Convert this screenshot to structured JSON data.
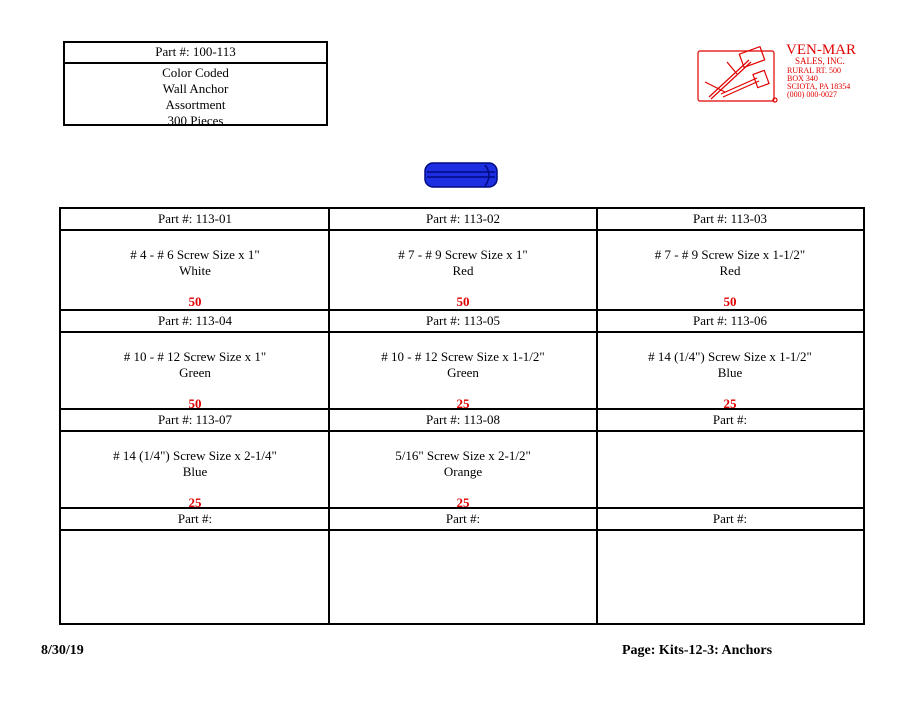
{
  "header": {
    "part_label": "Part #:  100-113",
    "desc_lines": [
      "Color Coded",
      "Wall Anchor",
      "Assortment",
      "300 Pieces"
    ]
  },
  "logo": {
    "name": "VEN-MAR",
    "lines": [
      "SALES, INC.",
      "RURAL RT. 500",
      "BOX 340",
      "SCIOTA, PA  18354",
      "(000) 000-0027"
    ],
    "color": "#e00000"
  },
  "product_icon": {
    "name": "wall-anchor-icon",
    "color": "#1d2fe0"
  },
  "cells": [
    {
      "part": "Part #:  113-01",
      "line1": "# 4 - # 6 Screw Size x 1\"",
      "line2": "White",
      "qty": "50"
    },
    {
      "part": "Part #:  113-02",
      "line1": "# 7 - # 9 Screw Size x 1\"",
      "line2": "Red",
      "qty": "50"
    },
    {
      "part": "Part #:  113-03",
      "line1": "# 7 - # 9 Screw Size x 1-1/2\"",
      "line2": "Red",
      "qty": "50"
    },
    {
      "part": "Part #:  113-04",
      "line1": "# 10 - # 12 Screw Size x 1\"",
      "line2": "Green",
      "qty": "50"
    },
    {
      "part": "Part #:  113-05",
      "line1": "# 10 - # 12 Screw Size x 1-1/2\"",
      "line2": "Green",
      "qty": "25"
    },
    {
      "part": "Part #:  113-06",
      "line1": "# 14 (1/4\") Screw Size x 1-1/2\"",
      "line2": "Blue",
      "qty": "25"
    },
    {
      "part": "Part #:  113-07",
      "line1": "# 14 (1/4\") Screw Size x 2-1/4\"",
      "line2": "Blue",
      "qty": "25"
    },
    {
      "part": "Part #:  113-08",
      "line1": "5/16\" Screw Size x 2-1/2\"",
      "line2": "Orange",
      "qty": "25"
    },
    {
      "part": "Part #:",
      "line1": "",
      "line2": "",
      "qty": ""
    },
    {
      "part": "Part #:",
      "line1": "",
      "line2": "",
      "qty": ""
    },
    {
      "part": "Part #:",
      "line1": "",
      "line2": "",
      "qty": ""
    },
    {
      "part": "Part #:",
      "line1": "",
      "line2": "",
      "qty": ""
    }
  ],
  "footer": {
    "date": "8/30/19",
    "page": "Page: Kits-12-3: Anchors"
  }
}
